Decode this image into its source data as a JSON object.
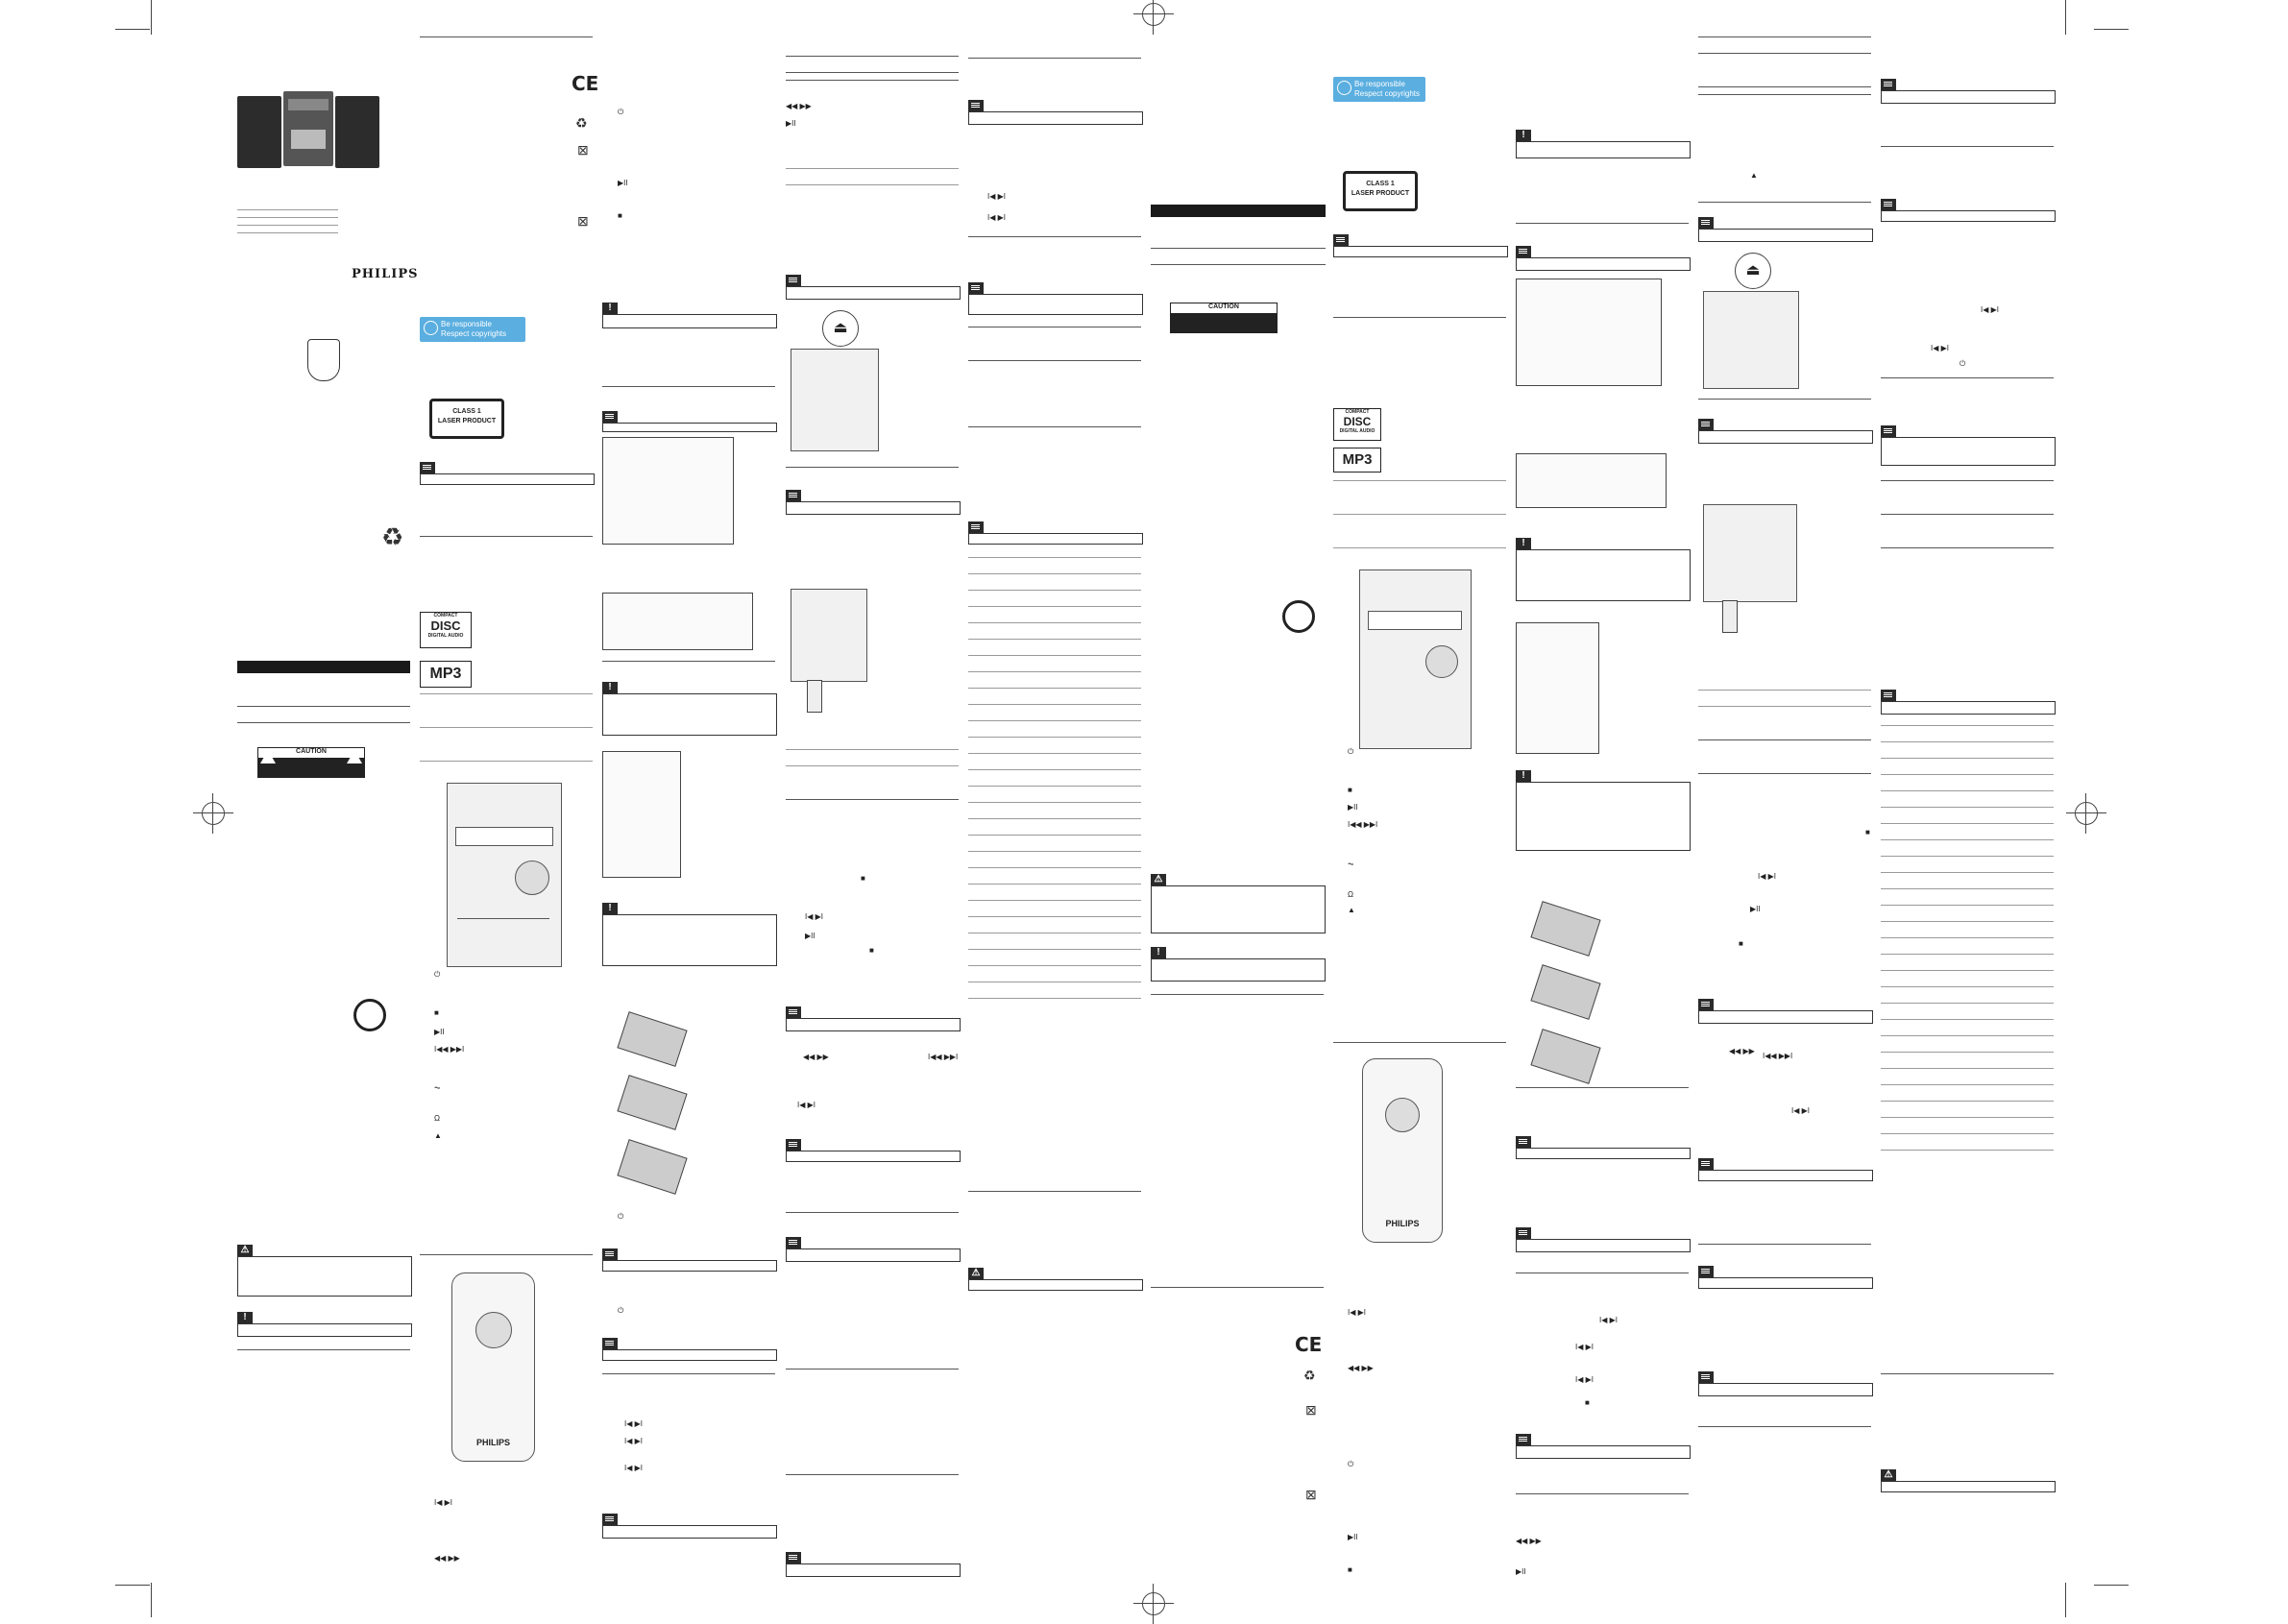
{
  "brand": "PHILIPS",
  "remote_brand": "PHILIPS",
  "badge": {
    "line1": "Be responsible",
    "line2": "Respect copyrights"
  },
  "laser_label": {
    "line1": "CLASS 1",
    "line2": "LASER PRODUCT"
  },
  "caution_label": "CAUTION",
  "disc_logo": {
    "top": "COMPACT",
    "main": "DISC",
    "bottom": "DIGITAL AUDIO"
  },
  "mp3_logo": "MP3",
  "ce_mark": "CE",
  "transport_glyphs": {
    "rew_ff": "◀◀ ▶▶",
    "play_pause": "▶II",
    "prev_next": "I◀◀ ▶▶I",
    "prev_next_short": "I◀ ▶I",
    "stop": "■",
    "usb": "⏦",
    "headphone": "Ω",
    "power": "⏻",
    "eject": "▲"
  },
  "note_icon": "note-icon",
  "warning_icon": "warning-icon",
  "caution_icon": "caution-icon",
  "colors": {
    "badge": "#5aaee0",
    "header_bar": "#1a1a1a"
  }
}
